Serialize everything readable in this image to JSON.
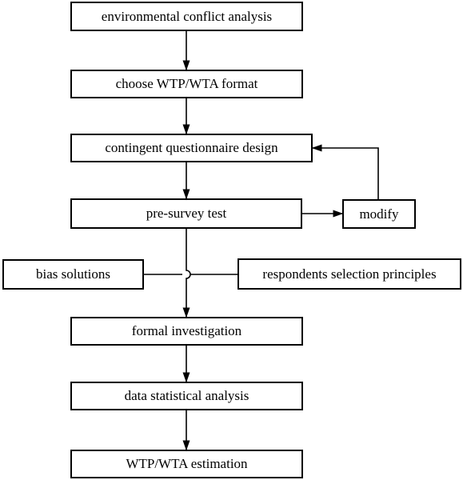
{
  "nodes": {
    "conflict": "environmental conflict analysis",
    "format": "choose WTP/WTA format",
    "design": "contingent questionnaire design",
    "pretest": "pre-survey test",
    "modify": "modify",
    "bias": "bias solutions",
    "respondents": "respondents selection principles",
    "formal": "formal investigation",
    "stats": "data statistical analysis",
    "estimation": "WTP/WTA estimation"
  }
}
